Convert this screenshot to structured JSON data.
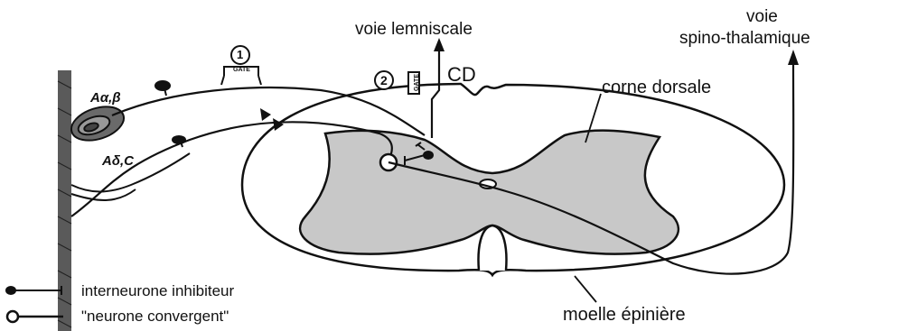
{
  "labels": {
    "voie_lemniscale": "voie lemniscale",
    "voie": "voie",
    "spino_thalamique": "spino-thalamique",
    "cd": "CD",
    "corne_dorsale": "corne dorsale",
    "fiber_a_beta": "Aα,β",
    "fiber_a_delta_c": "Aδ,C",
    "moelle_epiniere": "moelle épinière",
    "marker_1": "1",
    "marker_2": "2",
    "gate_1": "GATE",
    "gate_2": "GATE"
  },
  "legend": [
    {
      "symbol": "interneurone",
      "text": "interneurone inhibiteur"
    },
    {
      "symbol": "convergent",
      "text": "\"neurone convergent\""
    }
  ],
  "colors": {
    "ink": "#111111",
    "grey_matter": "#c8c8c8",
    "skin": "#5a5a5a"
  }
}
